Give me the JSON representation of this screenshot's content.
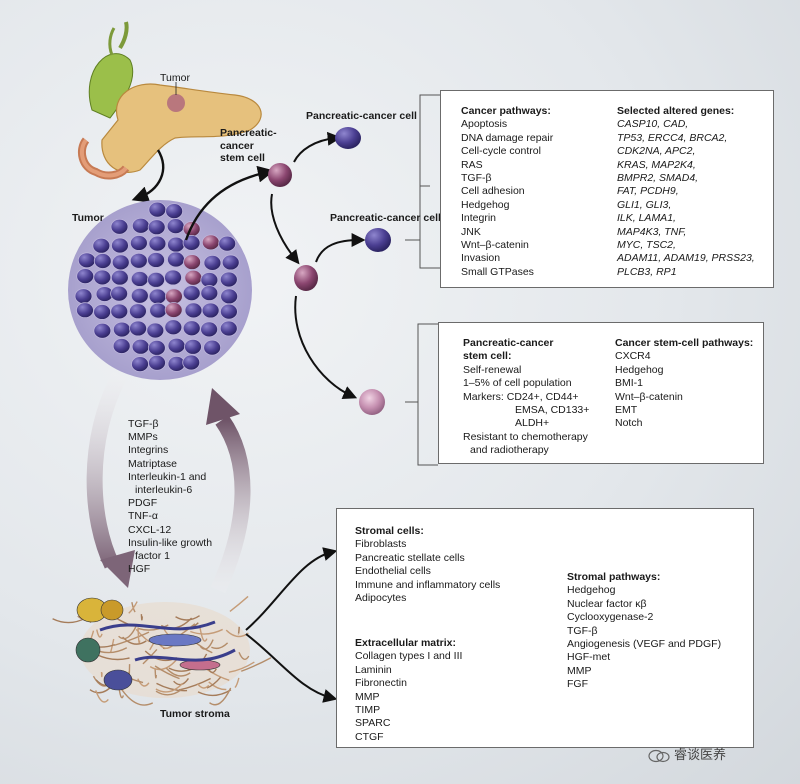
{
  "labels": {
    "tumor_top": "Tumor",
    "tumor_mass": "Tumor",
    "stem_cell_label": "Pancreatic-\ncancer\nstem cell",
    "cancer_cell_top": "Pancreatic-cancer cell",
    "cancer_cell_mid": "Pancreatic-cancer cell",
    "tumor_stroma": "Tumor stroma"
  },
  "left_factors": [
    "TGF-β",
    "MMPs",
    "Integrins",
    "Matriptase",
    "Interleukin-1 and",
    "interleukin-6",
    "PDGF",
    "TNF-α",
    "CXCL-12",
    "Insulin-like growth",
    "factor 1",
    "HGF"
  ],
  "box1": {
    "pathways_title": "Cancer pathways:",
    "pathways": [
      "Apoptosis",
      "DNA damage repair",
      "Cell-cycle control",
      "RAS",
      "TGF-β",
      "Cell adhesion",
      "Hedgehog",
      "Integrin",
      "JNK",
      "Wnt–β-catenin",
      "Invasion",
      "Small GTPases"
    ],
    "genes_title": "Selected altered genes:",
    "genes": [
      "CASP10, CAD,",
      "TP53, ERCC4, BRCA2,",
      "CDK2NA, APC2,",
      "KRAS, MAP2K4,",
      "BMPR2, SMAD4,",
      "FAT, PCDH9,",
      "GLI1, GLI3,",
      "ILK, LAMA1,",
      "MAP4K3, TNF,",
      "MYC, TSC2,",
      "ADAM11, ADAM19, PRSS23,",
      "PLCB3, RP1"
    ]
  },
  "box2": {
    "stem_title_1": "Pancreatic-cancer",
    "stem_title_2": "stem cell:",
    "stem_items": [
      "Self-renewal",
      "1–5% of cell population",
      "Markers: CD24+, CD44+",
      "EMSA, CD133+",
      "ALDH+",
      "Resistant to chemotherapy",
      "and radiotherapy"
    ],
    "pathways_title": "Cancer stem-cell pathways:",
    "pathways": [
      "CXCR4",
      "Hedgehog",
      "BMI-1",
      "Wnt–β-catenin",
      "EMT",
      "Notch"
    ]
  },
  "box3": {
    "stromal_cells_title": "Stromal cells:",
    "stromal_cells": [
      "Fibroblasts",
      "Pancreatic stellate cells",
      "Endothelial cells",
      "Immune and inflammatory cells",
      "Adipocytes"
    ],
    "ecm_title": "Extracellular matrix:",
    "ecm": [
      "Collagen types I and III",
      "Laminin",
      "Fibronectin",
      "MMP",
      "TIMP",
      "SPARC",
      "CTGF"
    ],
    "stromal_pathways_title": "Stromal pathways:",
    "stromal_pathways": [
      "Hedgehog",
      "Nuclear factor κβ",
      "Cyclooxygenase-2",
      "TGF-β",
      "Angiogenesis (VEGF and PDGF)",
      "HGF-met",
      "MMP",
      "FGF"
    ]
  },
  "watermark": "睿谈医养",
  "colors": {
    "cell_purple": "#4a3f8f",
    "cell_pink": "#7a3a5e",
    "arrow_up": "#8a6f82",
    "arrow_down": "#9a8291"
  }
}
